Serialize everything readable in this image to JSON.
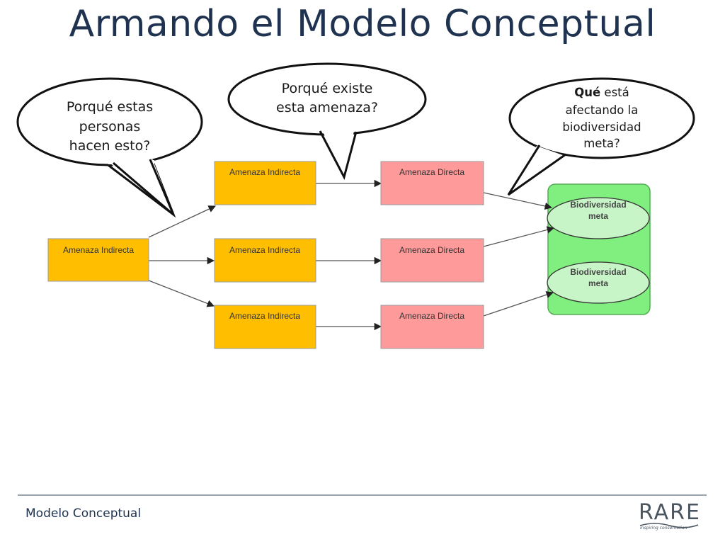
{
  "title": "Armando el Modelo Conceptual",
  "colors": {
    "indirect_fill": "#ffbe00",
    "direct_fill": "#ff9a9a",
    "target_bg": "#80ef80",
    "target_ellipse": "#c8f5c8",
    "title": "#1f3350"
  },
  "diagram": {
    "nodes": [
      {
        "id": "ind-root",
        "label": "Amenaza Indirecta"
      },
      {
        "id": "ind-1",
        "label": "Amenaza Indirecta"
      },
      {
        "id": "ind-2",
        "label": "Amenaza Indirecta"
      },
      {
        "id": "ind-3",
        "label": "Amenaza Indirecta"
      },
      {
        "id": "dir-1",
        "label": "Amenaza Directa"
      },
      {
        "id": "dir-2",
        "label": "Amenaza Directa"
      },
      {
        "id": "dir-3",
        "label": "Amenaza Directa"
      }
    ],
    "targets": [
      {
        "line1": "Biodiversidad",
        "line2": "meta"
      },
      {
        "line1": "Biodiversidad",
        "line2": "meta"
      }
    ]
  },
  "bubbles": {
    "left": {
      "lines": [
        "Porqué estas",
        "personas",
        "hacen esto?"
      ]
    },
    "middle": {
      "lines": [
        "Porqué existe",
        "esta amenaza?"
      ]
    },
    "right": {
      "bold": "Qué",
      "rest": " está",
      "lines": [
        "afectando la",
        "biodiversidad",
        "meta?"
      ]
    }
  },
  "footer": {
    "label": "Modelo Conceptual",
    "logo_text": "RARE",
    "logo_tagline": "inspiring conservation"
  }
}
